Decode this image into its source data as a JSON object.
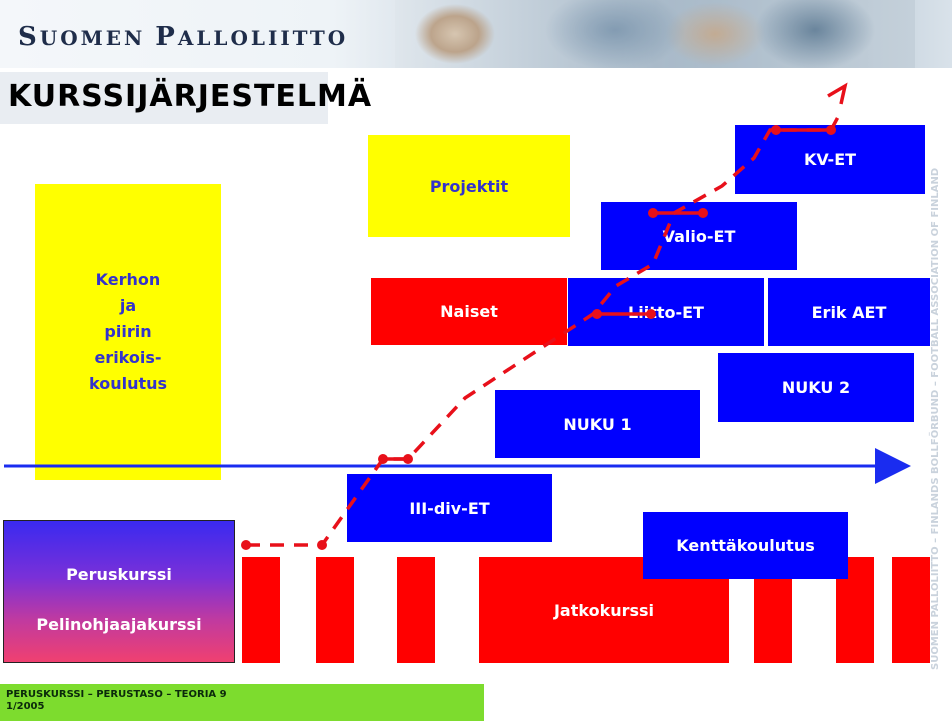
{
  "header": {
    "brand": "SUOMEN PALLOLIITTO",
    "title": "KURSSIJÄRJESTELMÄ",
    "side_text": "SUOMEN PALLOLIITTO – FINLANDS BOLLFÖRBUND – FOOTBALL ASSOCIATION OF FINLAND"
  },
  "boxes": {
    "kerhon": [
      "Kerhon",
      "ja",
      "piirin",
      "erikois-",
      "koulutus"
    ],
    "projektit": "Projektit",
    "naiset": "Naiset",
    "liitto_et": "Liitto-ET",
    "valio_et": "Valio-ET",
    "kv_et": "KV-ET",
    "erik_aet": "Erik AET",
    "nuku1": "NUKU 1",
    "nuku2": "NUKU 2",
    "iii_div_et": "III-div-ET",
    "kenttakoulutus": "Kenttäkoulutus",
    "jatkokurssi": "Jatkokurssi",
    "peruskurssi": "Peruskurssi",
    "pelinohjaajakurssi": "Pelinohjaajakurssi"
  },
  "footer": {
    "line1": "PERUSKURSSI – PERUSTASO – TEORIA 9",
    "line2": "1/2005"
  },
  "colors": {
    "blue": "#0000ff",
    "red": "#ff0000",
    "yellow": "#ffff00",
    "footer_green": "#7ddc2e",
    "path_red": "#e8101a",
    "axis_blue": "#1a2cf0"
  }
}
